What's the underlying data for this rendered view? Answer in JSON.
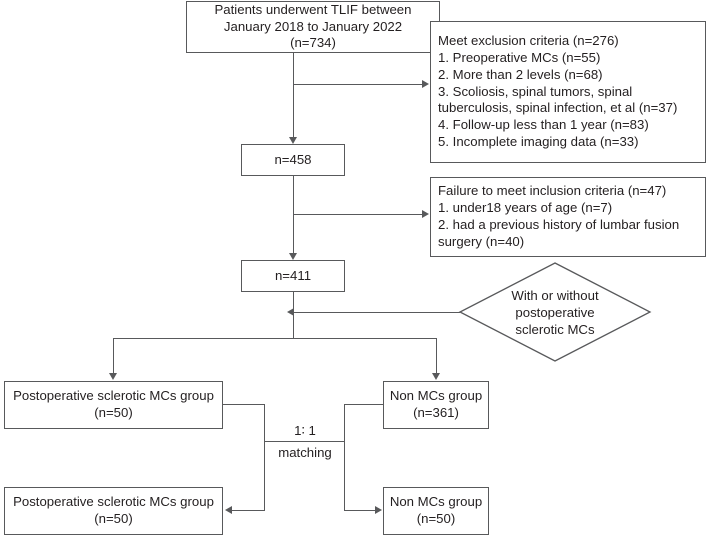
{
  "diagram": {
    "title": "TLIF patient selection flowchart",
    "type": "flowchart",
    "colors": {
      "stroke": "#58595b",
      "text": "#231f20",
      "background": "#ffffff"
    },
    "nodes": {
      "enrolled": {
        "shape": "rect",
        "lines": [
          "Patients underwent TLIF between",
          "January 2018 to January 2022",
          "(n=734)"
        ]
      },
      "exclusion": {
        "shape": "rect",
        "lines": [
          "Meet exclusion criteria (n=276)",
          "1. Preoperative MCs (n=55)",
          "2. More than 2 levels (n=68)",
          "3. Scoliosis, spinal tumors, spinal tuberculosis, spinal infection, et al (n=37)",
          "4. Follow-up less than 1 year (n=83)",
          "5. Incomplete imaging data (n=33)"
        ]
      },
      "after_exclusion": {
        "shape": "rect",
        "lines": [
          "n=458"
        ]
      },
      "inclusion_failure": {
        "shape": "rect",
        "lines": [
          "Failure to meet inclusion criteria (n=47)",
          "1. under18 years of age (n=7)",
          "2. had a previous history of lumbar fusion surgery (n=40)"
        ]
      },
      "after_inclusion": {
        "shape": "rect",
        "lines": [
          "n=411"
        ]
      },
      "decision": {
        "shape": "diamond",
        "lines": [
          "With or without",
          "postoperative",
          "sclerotic MCs"
        ]
      },
      "mcs_group": {
        "shape": "rect",
        "lines": [
          "Postoperative sclerotic MCs group",
          "(n=50)"
        ]
      },
      "non_mcs_group": {
        "shape": "rect",
        "lines": [
          "Non MCs group",
          "(n=361)"
        ]
      },
      "mcs_group_matched": {
        "shape": "rect",
        "lines": [
          "Postoperative sclerotic MCs group",
          "(n=50)"
        ]
      },
      "non_mcs_group_matched": {
        "shape": "rect",
        "lines": [
          "Non MCs group",
          "(n=50)"
        ]
      }
    },
    "edge_labels": {
      "ratio": "1∶ 1",
      "matching": "matching"
    }
  }
}
